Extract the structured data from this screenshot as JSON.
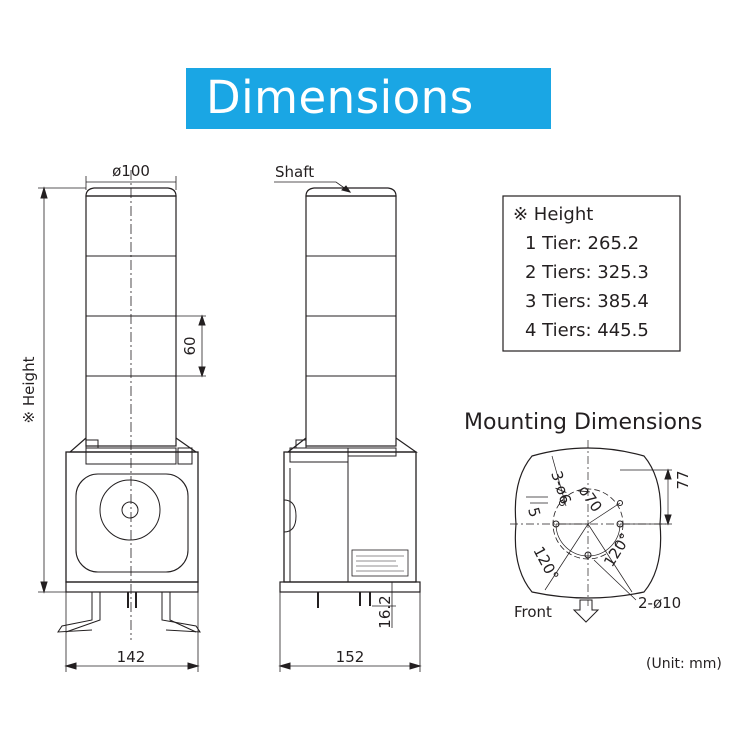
{
  "title": "Dimensions",
  "front_view": {
    "diameter_label": "ø100",
    "tier_height_label": "60",
    "height_label": "※ Height",
    "width_label": "142"
  },
  "side_view": {
    "shaft_label": "Shaft",
    "width_label": "152",
    "foot_label": "16.2"
  },
  "height_table": {
    "header": "※ Height",
    "rows": [
      "1 Tier: 265.2",
      "2 Tiers: 325.3",
      "3 Tiers: 385.4",
      "4 Tiers: 445.5"
    ]
  },
  "mounting": {
    "title": "Mounting Dimensions",
    "hole_label": "3-ø6",
    "circle_label": "ø70",
    "dim_5": "5",
    "dim_77": "77",
    "angle_left": "120°",
    "angle_right": "120°",
    "bolt_label": "2-ø10",
    "front_label": "Front"
  },
  "unit_note": "(Unit: mm)"
}
